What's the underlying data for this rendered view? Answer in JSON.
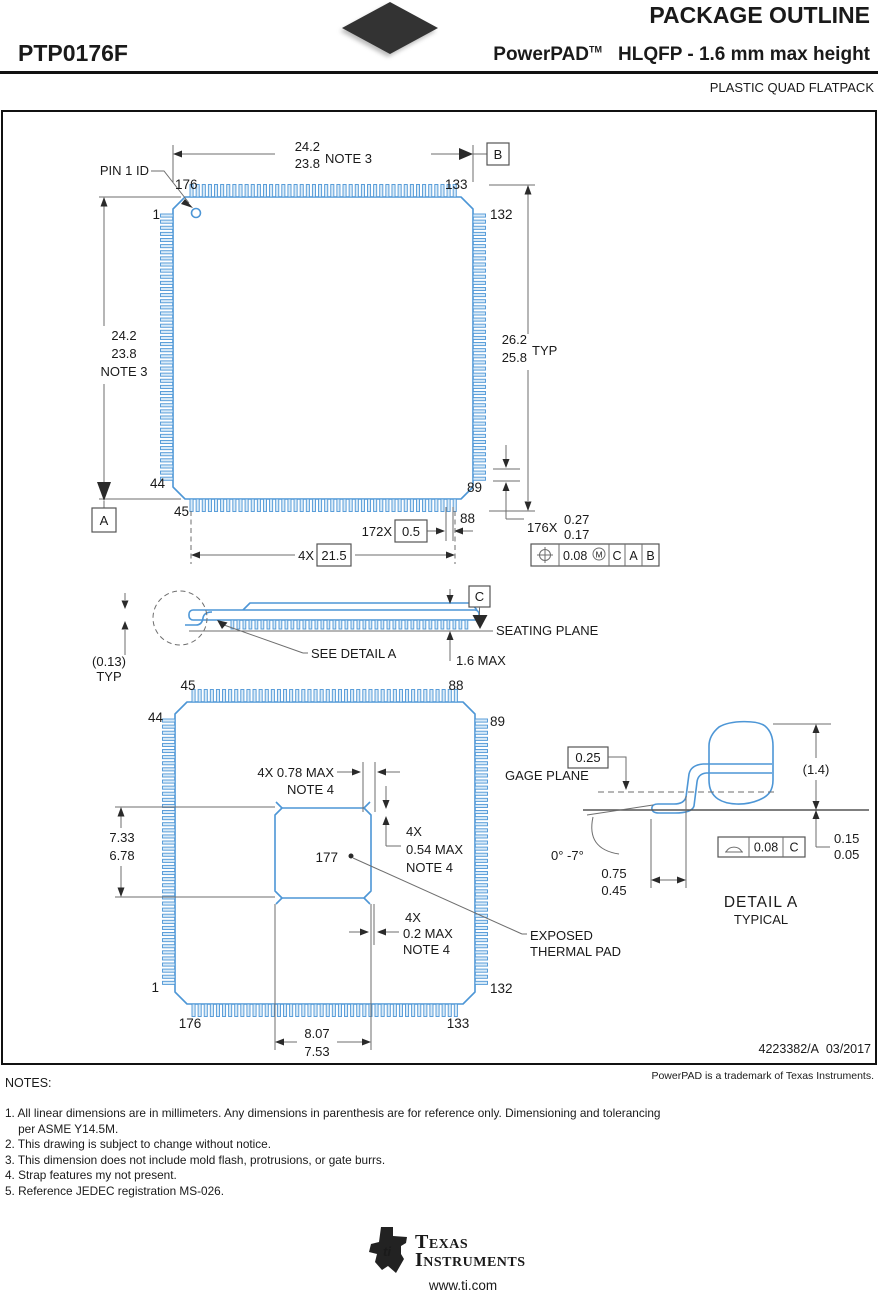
{
  "header": {
    "part_number": "PTP0176F",
    "title": "PACKAGE OUTLINE",
    "brand": "PowerPAD",
    "brand_tm": "TM",
    "variant": "HLQFP - 1.6 mm max height",
    "package_type": "PLASTIC QUAD FLATPACK"
  },
  "colors": {
    "blue": "#4D96D6",
    "pinfill": "#D8EAF8",
    "ink": "#1A1A1A"
  },
  "top_view": {
    "pin1_label": "PIN 1 ID",
    "pin_176": "176",
    "pin_133": "133",
    "pin_1": "1",
    "pin_132": "132",
    "pin_44": "44",
    "pin_45": "45",
    "pin_89": "89",
    "pin_88": "88",
    "dim_width_max": "24.2",
    "dim_width_min": "23.8",
    "dim_width_note": "NOTE 3",
    "dim_height_max": "24.2",
    "dim_height_min": "23.8",
    "dim_height_note": "NOTE 3",
    "dim_overall_max": "26.2",
    "dim_overall_min": "25.8",
    "dim_overall_suffix": "TYP",
    "pitch_count": "172X",
    "pitch_value": "0.5",
    "span_count": "4X",
    "span_value": "21.5",
    "lead_count": "176X",
    "lead_max": "0.27",
    "lead_min": "0.17",
    "fcf_tol": "0.08",
    "fcf_mod": "M",
    "fcf_d1": "C",
    "fcf_d2": "A",
    "fcf_d3": "B",
    "datum_a": "A",
    "datum_b": "B"
  },
  "side_view": {
    "datum_c": "C",
    "seating_plane": "SEATING PLANE",
    "see_detail": "SEE DETAIL A",
    "coplanarity": "(0.13)",
    "coplanarity_suffix": "TYP",
    "max_height": "1.6 MAX"
  },
  "bottom_view": {
    "pin_45": "45",
    "pin_88": "88",
    "pin_44": "44",
    "pin_89": "89",
    "pin_1": "1",
    "pin_132": "132",
    "pin_176": "176",
    "pin_133": "133",
    "pad_pin": "177",
    "exposed_line1": "EXPOSED",
    "exposed_line2": "THERMAL PAD",
    "pad_h_max": "7.33",
    "pad_h_min": "6.78",
    "pad_w_max": "8.07",
    "pad_w_min": "7.53",
    "strap_top_line1": "4X 0.78 MAX",
    "strap_top_line2": "NOTE 4",
    "strap_corner_line1": "4X",
    "strap_corner_line2": "0.54 MAX",
    "strap_corner_line3": "NOTE 4",
    "strap_bot_line1": "4X",
    "strap_bot_line2": "0.2 MAX",
    "strap_bot_line3": "NOTE 4"
  },
  "detail_a": {
    "gage_value": "0.25",
    "gage_label": "GAGE PLANE",
    "ref_height": "(1.4)",
    "angle": "0° -7°",
    "foot_max": "0.75",
    "foot_min": "0.45",
    "standoff_max": "0.15",
    "standoff_min": "0.05",
    "fcf_tol": "0.08",
    "fcf_datum": "C",
    "title": "DETAIL  A",
    "subtitle": "TYPICAL"
  },
  "title_block": {
    "doc_number": "4223382/A",
    "date": "03/2017"
  },
  "notes": {
    "heading": "NOTES:",
    "trademark": "PowerPAD is a trademark of Texas Instruments.",
    "items": [
      "1. All linear dimensions are in millimeters. Any dimensions in parenthesis are for reference only. Dimensioning and tolerancing",
      "    per ASME Y14.5M.",
      "2. This drawing is subject to change without notice.",
      "3. This dimension does not include mold flash, protrusions, or gate burrs.",
      "4. Strap features my not present.",
      "5. Reference JEDEC registration MS-026."
    ]
  },
  "footer": {
    "company_top": "Texas",
    "company_bottom": "Instruments",
    "monogram": "ti",
    "url": "www.ti.com"
  }
}
